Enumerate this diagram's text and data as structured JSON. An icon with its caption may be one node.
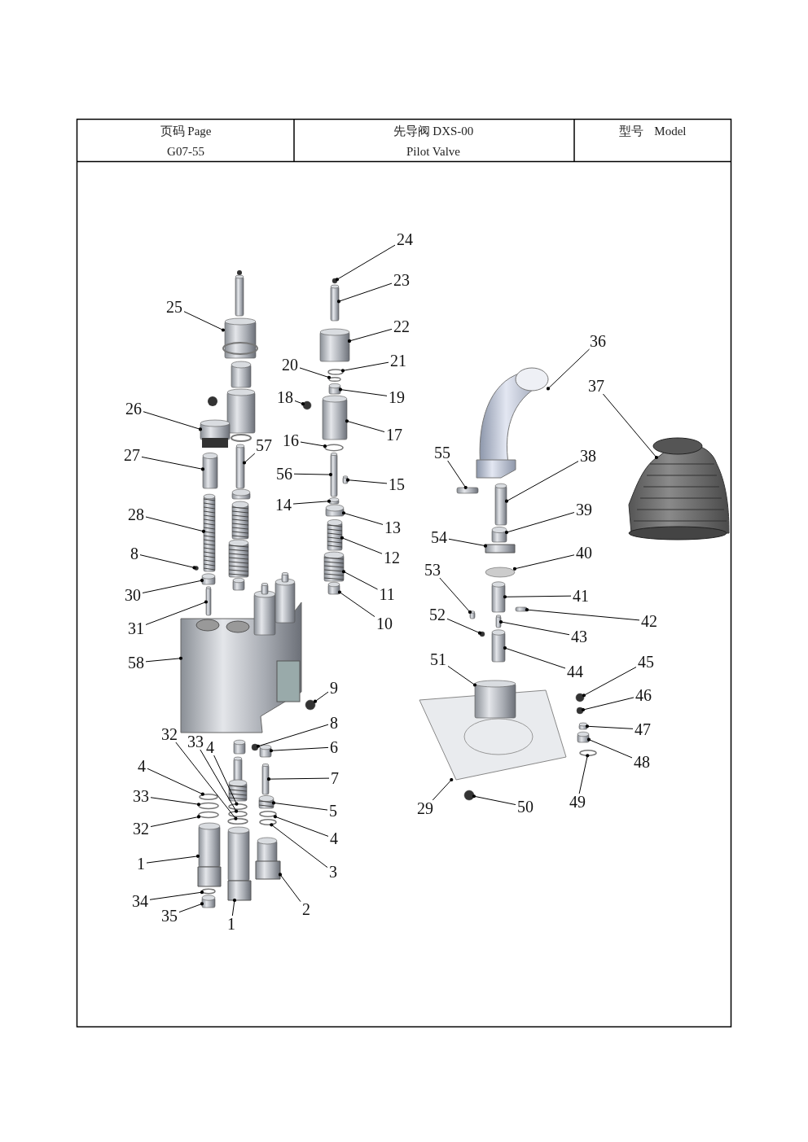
{
  "diagram": {
    "nodes": [
      {
        "text": [
          "24"
        ]
      },
      {
        "text": [
          "23"
        ]
      },
      {
        "text": [
          "25"
        ]
      },
      {
        "text": [
          "22"
        ]
      },
      {
        "text": [
          "21"
        ]
      },
      {
        "text": [
          "20"
        ]
      },
      {
        "text": [
          "19"
        ]
      },
      {
        "text": [
          "18"
        ]
      },
      {
        "text": [
          "17"
        ]
      },
      {
        "text": [
          "26"
        ]
      },
      {
        "text": [
          "16"
        ]
      },
      {
        "text": [
          "57"
        ]
      },
      {
        "text": [
          "27"
        ]
      },
      {
        "text": [
          "56"
        ]
      },
      {
        "text": [
          "15"
        ]
      },
      {
        "text": [
          "14"
        ]
      },
      {
        "text": [
          "28"
        ]
      },
      {
        "text": [
          "13"
        ]
      },
      {
        "text": [
          "12"
        ]
      },
      {
        "text": [
          "8"
        ]
      },
      {
        "text": [
          "11"
        ]
      },
      {
        "text": [
          "30"
        ]
      },
      {
        "text": [
          "31"
        ]
      },
      {
        "text": [
          "10"
        ]
      },
      {
        "text": [
          "58"
        ]
      },
      {
        "text": [
          "9"
        ]
      },
      {
        "text": [
          "8"
        ]
      },
      {
        "text": [
          "32"
        ]
      },
      {
        "text": [
          "33"
        ]
      },
      {
        "text": [
          "4"
        ]
      },
      {
        "text": [
          "6"
        ]
      },
      {
        "text": [
          "4"
        ]
      },
      {
        "text": [
          "7"
        ]
      },
      {
        "text": [
          "33"
        ]
      },
      {
        "text": [
          "5"
        ]
      },
      {
        "text": [
          "32"
        ]
      },
      {
        "text": [
          "4"
        ]
      },
      {
        "text": [
          "1"
        ]
      },
      {
        "text": [
          "3"
        ]
      },
      {
        "text": [
          "34"
        ]
      },
      {
        "text": [
          "2"
        ]
      },
      {
        "text": [
          "35"
        ]
      },
      {
        "text": [
          "1"
        ]
      },
      {
        "text": [
          "36"
        ]
      },
      {
        "text": [
          "37"
        ]
      },
      {
        "text": [
          "55"
        ]
      },
      {
        "text": [
          "38"
        ]
      },
      {
        "text": [
          "39"
        ]
      },
      {
        "text": [
          "54"
        ]
      },
      {
        "text": [
          "40"
        ]
      },
      {
        "text": [
          "41"
        ]
      },
      {
        "text": [
          "53"
        ]
      },
      {
        "text": [
          "42"
        ]
      },
      {
        "text": [
          "52"
        ]
      },
      {
        "text": [
          "43"
        ]
      },
      {
        "text": [
          "44"
        ]
      },
      {
        "text": [
          "51"
        ]
      },
      {
        "text": [
          "45"
        ]
      },
      {
        "text": [
          "46"
        ]
      },
      {
        "text": [
          "47"
        ]
      },
      {
        "text": [
          "48"
        ]
      },
      {
        "text": [
          "29"
        ]
      },
      {
        "text": [
          "50"
        ]
      },
      {
        "text": [
          "49"
        ]
      },
      {
        "text": [],
        "shape": "circle"
      },
      {
        "text": [],
        "shape": "picture"
      },
      {
        "text": [],
        "shape": "picture"
      },
      {
        "text": [],
        "shape": "picture"
      },
      {
        "text": [],
        "shape": "circle"
      },
      {
        "text": [],
        "shape": "circle"
      },
      {
        "text": [],
        "shape": "picture"
      },
      {
        "text": [],
        "shape": "circle"
      },
      {
        "text": [],
        "shape": "picture"
      },
      {
        "text": [],
        "shape": "picture"
      },
      {
        "text": [],
        "shape": "circle"
      },
      {
        "text": [],
        "shape": "picture"
      },
      {
        "text": [],
        "shape": "picture"
      },
      {
        "text": [],
        "shape": "picture"
      },
      {
        "text": [],
        "shape": "picture"
      },
      {
        "text": [],
        "shape": "picture"
      },
      {
        "text": [],
        "shape": "picture"
      },
      {
        "text": [],
        "shape": "picture"
      },
      {
        "text": [],
        "shape": "picture"
      },
      {
        "text": [],
        "shape": "circle"
      },
      {
        "text": [],
        "shape": "picture"
      },
      {
        "text": [],
        "shape": "picture"
      },
      {
        "text": [],
        "shape": "picture"
      },
      {
        "text": [],
        "shape": "picture"
      },
      {
        "text": [],
        "shape": "picture"
      },
      {
        "text": [],
        "shape": "circle"
      },
      {
        "text": [],
        "shape": "circle"
      },
      {
        "text": [],
        "shape": "circle"
      },
      {
        "text": [],
        "shape": "circle"
      },
      {
        "text": [],
        "shape": "circle"
      },
      {
        "text": [],
        "shape": "picture"
      },
      {
        "text": [],
        "shape": "circle"
      },
      {
        "text": [],
        "shape": "picture"
      },
      {
        "text": [],
        "shape": "circle"
      },
      {
        "text": [],
        "shape": "picture"
      },
      {
        "text": [],
        "shape": "circle"
      },
      {
        "text": [],
        "shape": "circle"
      },
      {
        "text": [],
        "shape": "picture"
      },
      {
        "text": [],
        "shape": "circle"
      },
      {
        "text": [],
        "shape": "circle"
      },
      {
        "text": [],
        "shape": "picture"
      },
      {
        "text": [],
        "shape": "picture"
      },
      {
        "text": [],
        "shape": "picture"
      },
      {
        "text": [],
        "shape": "picture"
      },
      {
        "text": [],
        "shape": "picture"
      },
      {
        "text": [],
        "shape": "box"
      },
      {
        "text": [],
        "shape": "picture"
      },
      {
        "text": [],
        "shape": "picture"
      },
      {
        "text": [],
        "shape": "picture"
      },
      {
        "text": [],
        "shape": "circle"
      },
      {
        "text": [],
        "shape": "picture"
      },
      {
        "text": [],
        "shape": "picture"
      },
      {
        "text": [],
        "shape": "box"
      },
      {
        "text": [],
        "shape": "circle"
      },
      {
        "text": [],
        "shape": "picture"
      },
      {
        "text": [],
        "shape": "picture"
      },
      {
        "text": [],
        "shape": "picture"
      },
      {
        "text": [],
        "shape": "circle"
      },
      {
        "text": [],
        "shape": "circle"
      },
      {
        "text": [],
        "shape": "picture"
      },
      {
        "text": [],
        "shape": "picture"
      },
      {
        "text": [],
        "shape": "picture"
      },
      {
        "text": [],
        "shape": "circle"
      },
      {
        "text": [],
        "shape": "circle"
      }
    ],
    "edges": [
      {
        "from": 0,
        "to": 64,
        "arrow": "other"
      },
      {
        "from": 1,
        "to": 65,
        "arrow": "other"
      },
      {
        "from": 2,
        "to": 66,
        "arrow": "other"
      },
      {
        "from": 3,
        "to": 67,
        "arrow": "other"
      },
      {
        "from": 4,
        "to": 68,
        "arrow": "other"
      },
      {
        "from": 5,
        "to": 69,
        "arrow": "other"
      },
      {
        "from": 6,
        "to": 70,
        "arrow": "other"
      },
      {
        "from": 7,
        "to": 71,
        "arrow": "other"
      },
      {
        "from": 8,
        "to": 72,
        "arrow": "other"
      },
      {
        "from": 9,
        "to": 73,
        "arrow": "other"
      },
      {
        "from": 10,
        "to": 74,
        "arrow": "other"
      },
      {
        "from": 11,
        "to": 75,
        "arrow": "other"
      },
      {
        "from": 12,
        "to": 76,
        "arrow": "other"
      },
      {
        "from": 13,
        "to": 77,
        "arrow": "other"
      },
      {
        "from": 14,
        "to": 78,
        "arrow": "other"
      },
      {
        "from": 15,
        "to": 79,
        "arrow": "other"
      },
      {
        "from": 16,
        "to": 80,
        "arrow": "other"
      },
      {
        "from": 17,
        "to": 81,
        "arrow": "other"
      },
      {
        "from": 18,
        "to": 82,
        "arrow": "other"
      },
      {
        "from": 19,
        "to": 83,
        "arrow": "other"
      },
      {
        "from": 20,
        "to": 84,
        "arrow": "other"
      },
      {
        "from": 21,
        "to": 85,
        "arrow": "other"
      },
      {
        "from": 22,
        "to": 86,
        "arrow": "other"
      },
      {
        "from": 23,
        "to": 87,
        "arrow": "other"
      },
      {
        "from": 24,
        "to": 88,
        "arrow": "other"
      },
      {
        "from": 25,
        "to": 89,
        "arrow": "other"
      },
      {
        "from": 26,
        "to": 90,
        "arrow": "other"
      },
      {
        "from": 27,
        "to": 91,
        "arrow": "other"
      },
      {
        "from": 28,
        "to": 92,
        "arrow": "other"
      },
      {
        "from": 29,
        "to": 93,
        "arrow": "other"
      },
      {
        "from": 30,
        "to": 94,
        "arrow": "other"
      },
      {
        "from": 31,
        "to": 95,
        "arrow": "other"
      },
      {
        "from": 32,
        "to": 96,
        "arrow": "other"
      },
      {
        "from": 33,
        "to": 97,
        "arrow": "other"
      },
      {
        "from": 34,
        "to": 98,
        "arrow": "other"
      },
      {
        "from": 35,
        "to": 99,
        "arrow": "other"
      },
      {
        "from": 36,
        "to": 100,
        "arrow": "other"
      },
      {
        "from": 37,
        "to": 101,
        "arrow": "other"
      },
      {
        "from": 38,
        "to": 102,
        "arrow": "other"
      },
      {
        "from": 39,
        "to": 103,
        "arrow": "other"
      },
      {
        "from": 40,
        "to": 104,
        "arrow": "other"
      },
      {
        "from": 41,
        "to": 105,
        "arrow": "other"
      },
      {
        "from": 42,
        "to": 106,
        "arrow": "other"
      },
      {
        "from": 43,
        "to": 107,
        "arrow": "other"
      },
      {
        "from": 44,
        "to": 108,
        "arrow": "other"
      },
      {
        "from": 45,
        "to": 109,
        "arrow": "other"
      },
      {
        "from": 46,
        "to": 110,
        "arrow": "other"
      },
      {
        "from": 47,
        "to": 111,
        "arrow": "other"
      },
      {
        "from": 48,
        "to": 112,
        "arrow": "other"
      },
      {
        "from": 49,
        "to": 113,
        "arrow": "other"
      },
      {
        "from": 50,
        "to": 114,
        "arrow": "other"
      },
      {
        "from": 51,
        "to": 115,
        "arrow": "other"
      },
      {
        "from": 52,
        "to": 116,
        "arrow": "other"
      },
      {
        "from": 53,
        "to": 117,
        "arrow": "other"
      },
      {
        "from": 54,
        "to": 118,
        "arrow": "other"
      },
      {
        "from": 55,
        "to": 119,
        "arrow": "other"
      },
      {
        "from": 56,
        "to": 120,
        "arrow": "other"
      },
      {
        "from": 57,
        "to": 121,
        "arrow": "other"
      },
      {
        "from": 58,
        "to": 122,
        "arrow": "other"
      },
      {
        "from": 59,
        "to": 123,
        "arrow": "other"
      },
      {
        "from": 60,
        "to": 124,
        "arrow": "other"
      },
      {
        "from": 61,
        "to": 125,
        "arrow": "other"
      },
      {
        "from": 62,
        "to": 126,
        "arrow": "other"
      },
      {
        "from": 63,
        "to": 127,
        "arrow": "other"
      }
    ],
    "labels": [
      "页码 Page",
      "先导阀 DXS-00",
      "型号 Model",
      "G07-55",
      "Pilot Valve"
    ]
  }
}
